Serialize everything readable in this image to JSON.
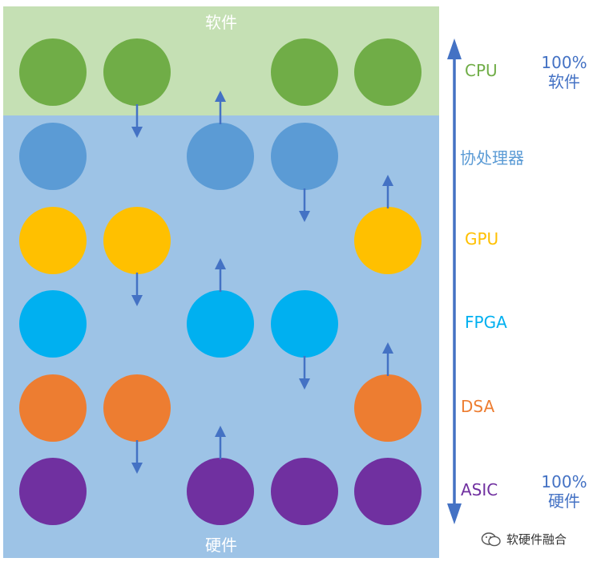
{
  "diagram": {
    "top_label": "软件",
    "bottom_label": "硬件",
    "top_percent": [
      "100%",
      "软件"
    ],
    "bottom_percent": [
      "100%",
      "硬件"
    ],
    "watermark": "软硬件融合",
    "colors": {
      "software_band": "#c5e0b4",
      "hardware_band": "#9dc3e6",
      "arrow": "#4472c4"
    },
    "rows": [
      {
        "label": "CPU",
        "color": "#70ad47",
        "circles": [
          true,
          true,
          false,
          true,
          true
        ]
      },
      {
        "label": "协处理器",
        "color": "#5b9bd5",
        "circles": [
          true,
          false,
          true,
          true,
          false
        ]
      },
      {
        "label": "GPU",
        "color": "#ffc000",
        "circles": [
          true,
          true,
          false,
          false,
          true
        ]
      },
      {
        "label": "FPGA",
        "color": "#00b0f0",
        "circles": [
          true,
          false,
          true,
          true,
          false
        ]
      },
      {
        "label": "DSA",
        "color": "#ed7d31",
        "circles": [
          true,
          true,
          false,
          false,
          true
        ]
      },
      {
        "label": "ASIC",
        "color": "#7030a0",
        "circles": [
          true,
          false,
          true,
          true,
          true
        ]
      }
    ],
    "migrations": [
      {
        "from_row": 0,
        "col": 1,
        "direction": "down"
      },
      {
        "from_row": 1,
        "col": 2,
        "direction": "up"
      },
      {
        "from_row": 1,
        "col": 3,
        "direction": "down"
      },
      {
        "from_row": 2,
        "col": 4,
        "direction": "up"
      },
      {
        "from_row": 2,
        "col": 1,
        "direction": "down"
      },
      {
        "from_row": 3,
        "col": 2,
        "direction": "up"
      },
      {
        "from_row": 3,
        "col": 3,
        "direction": "down"
      },
      {
        "from_row": 4,
        "col": 4,
        "direction": "up"
      },
      {
        "from_row": 4,
        "col": 1,
        "direction": "down"
      },
      {
        "from_row": 5,
        "col": 2,
        "direction": "up"
      }
    ]
  }
}
